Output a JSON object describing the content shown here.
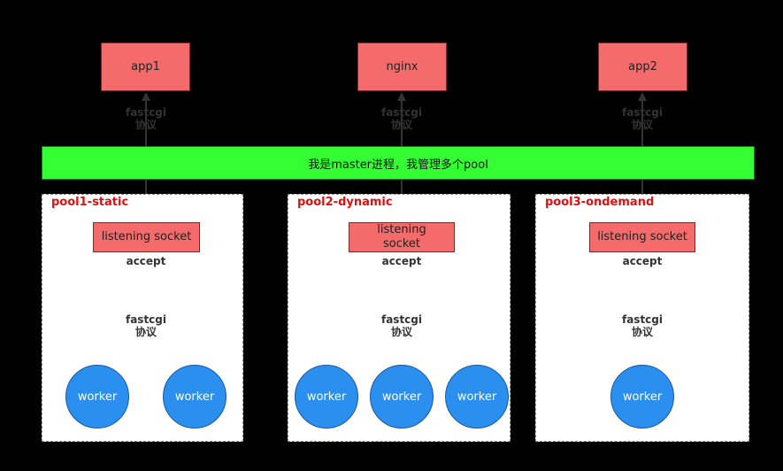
{
  "nodes": {
    "app1": "app1",
    "nginx": "nginx",
    "app2": "app2",
    "master": "我是master进程，我管理多个pool"
  },
  "pools": [
    {
      "title": "pool1-static",
      "socket": "listening socket",
      "accept": "accept",
      "protocol_line1": "fastcgi",
      "protocol_line2": "协议",
      "workers": [
        "worker",
        "worker"
      ]
    },
    {
      "title": "pool2-dynamic",
      "socket": "listening socket",
      "accept": "accept",
      "protocol_line1": "fastcgi",
      "protocol_line2": "协议",
      "workers": [
        "worker",
        "worker",
        "worker"
      ]
    },
    {
      "title": "pool3-ondemand",
      "socket": "listening socket",
      "accept": "accept",
      "protocol_line1": "fastcgi",
      "protocol_line2": "协议",
      "workers": [
        "worker"
      ]
    }
  ],
  "top_protocol": {
    "line1": "fastcgi",
    "line2": "协议"
  },
  "colors": {
    "background": "#000000",
    "server_box": "#F56A6A",
    "master_bar": "#33FF33",
    "worker": "#2B8FF0",
    "pool_title": "#E01010"
  }
}
